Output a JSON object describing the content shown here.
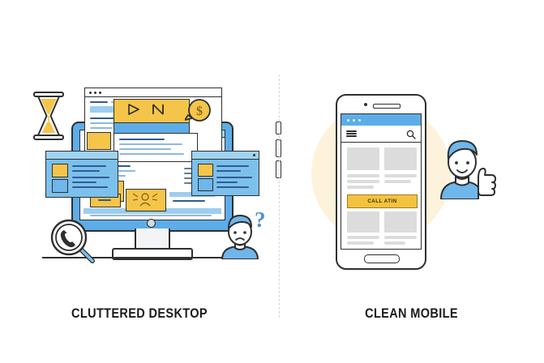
{
  "page": {
    "background": "#ffffff",
    "divider_style": "vertical-dashed",
    "divider_color": "#d6d6d6"
  },
  "palette": {
    "blue": "#5dade8",
    "blue_light": "#9dcdef",
    "blue_dark": "#2f5c94",
    "yellow": "#f5c54a",
    "yellow_cta": "#f3c33f",
    "glow": "#fdf3dc",
    "outline": "#2f2f2f",
    "gray_block": "#dcdcdc",
    "caption_color": "#1b1b1b"
  },
  "left_panel": {
    "caption": "CLUTTERED DESKTOP",
    "illustration_name": "cluttered-desktop-illustration",
    "objects": [
      {
        "name": "hourglass",
        "label": "hourglass"
      },
      {
        "name": "desktop-monitor",
        "label": "desktop monitor"
      },
      {
        "name": "browser-window-main",
        "label": "main browser window"
      },
      {
        "name": "video-player-card",
        "label": "video player"
      },
      {
        "name": "money-bubble",
        "label": "$"
      },
      {
        "name": "floating-window-left",
        "label": "floating window"
      },
      {
        "name": "floating-window-right",
        "label": "floating window"
      },
      {
        "name": "avatar-banner-card",
        "label": "avatar banner"
      },
      {
        "name": "magnifier-phone",
        "label": "magnifying glass with phone"
      },
      {
        "name": "confused-person",
        "label": "confused person"
      },
      {
        "name": "question-mark",
        "label": "?"
      }
    ],
    "question_mark": "?",
    "money_symbol": "$",
    "window_controls": [
      "dot",
      "dot",
      "dot"
    ]
  },
  "right_panel": {
    "caption": "CLEAN MOBILE",
    "illustration_name": "clean-mobile-illustration",
    "phone": {
      "name": "smartphone",
      "status_bar_dots": [
        "dot",
        "dot",
        "dot"
      ],
      "nav": {
        "menu_icon": "hamburger-icon",
        "search_icon": "search-icon"
      },
      "cta_button_label": "CALL ATIN",
      "content_blocks": 4,
      "side_buttons": 3
    },
    "objects": [
      {
        "name": "thumbs-up-person",
        "label": "person giving thumbs up"
      },
      {
        "name": "background-glow",
        "label": "glow circle"
      }
    ]
  }
}
